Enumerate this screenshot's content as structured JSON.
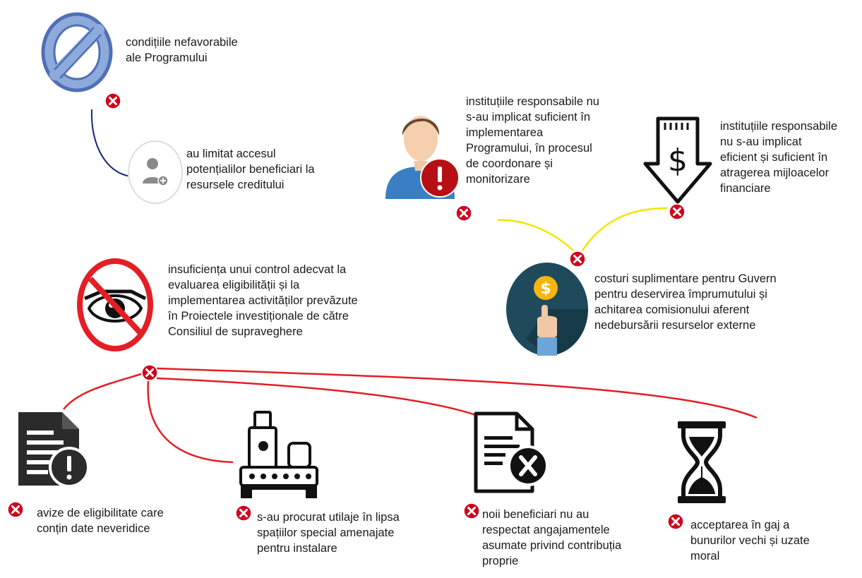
{
  "nodes": {
    "n1": {
      "text": "condițiile nefavorabile\nale Programului",
      "icon": "prohibited-icon"
    },
    "n2": {
      "text": "au limitat accesul\npotențialilor beneficiari la\nresursele creditului",
      "icon": "add-user-icon"
    },
    "n3": {
      "text": "instituțiile responsabile nu\ns-au implicat suficient în\nimplementarea\nProgramului, în procesul\nde coordonare și\nmonitorizare",
      "icon": "person-alert-icon"
    },
    "n4": {
      "text": "instituțiile responsabile\nnu s-au implicat\neficient și suficient în\natragerea mijloacelor\nfinanciare",
      "icon": "dollar-down-arrow-icon"
    },
    "n5": {
      "text": "costuri suplimentare pentru Guvern\npentru deservirea împrumutului și\nachitarea comisionului aferent\nnedebursării resurselor externe",
      "icon": "coin-hand-icon"
    },
    "n6": {
      "text": "insuficiența unui control adecvat la\nevaluarea eligibilității și la\nimplementarea activităților prevăzute\nîn Proiectele investiționale de către\nConsiliul de supraveghere",
      "icon": "no-vision-icon"
    },
    "n7": {
      "text": "avize de eligibilitate care\nconțin date neveridice",
      "icon": "document-alert-icon"
    },
    "n8": {
      "text": "s-au procurat utilaje în lipsa\nspațiilor special amenajate\npentru instalare",
      "icon": "machinery-icon"
    },
    "n9": {
      "text": "noii beneficiari nu au\nrespectat angajamentele\nasumate privind contribuția\nproprie",
      "icon": "document-rejected-icon"
    },
    "n10": {
      "text": "acceptarea în gaj a\nbunurilor vechi și uzate\nmoral",
      "icon": "hourglass-icon"
    }
  },
  "colors": {
    "blue_connector": "#1a237e",
    "yellow_connector": "#f2e600",
    "red_connector": "#e31e24",
    "x_badge": "#d0021b",
    "prohibited_fill": "#8eaadb",
    "prohibited_stroke": "#4f6fb8",
    "dark_icon": "#2b2b2b",
    "teal_circle": "#1e4a5c",
    "coin": "#f5b60d",
    "person_shirt": "#3a7fc4",
    "alert_red": "#b80f14"
  }
}
